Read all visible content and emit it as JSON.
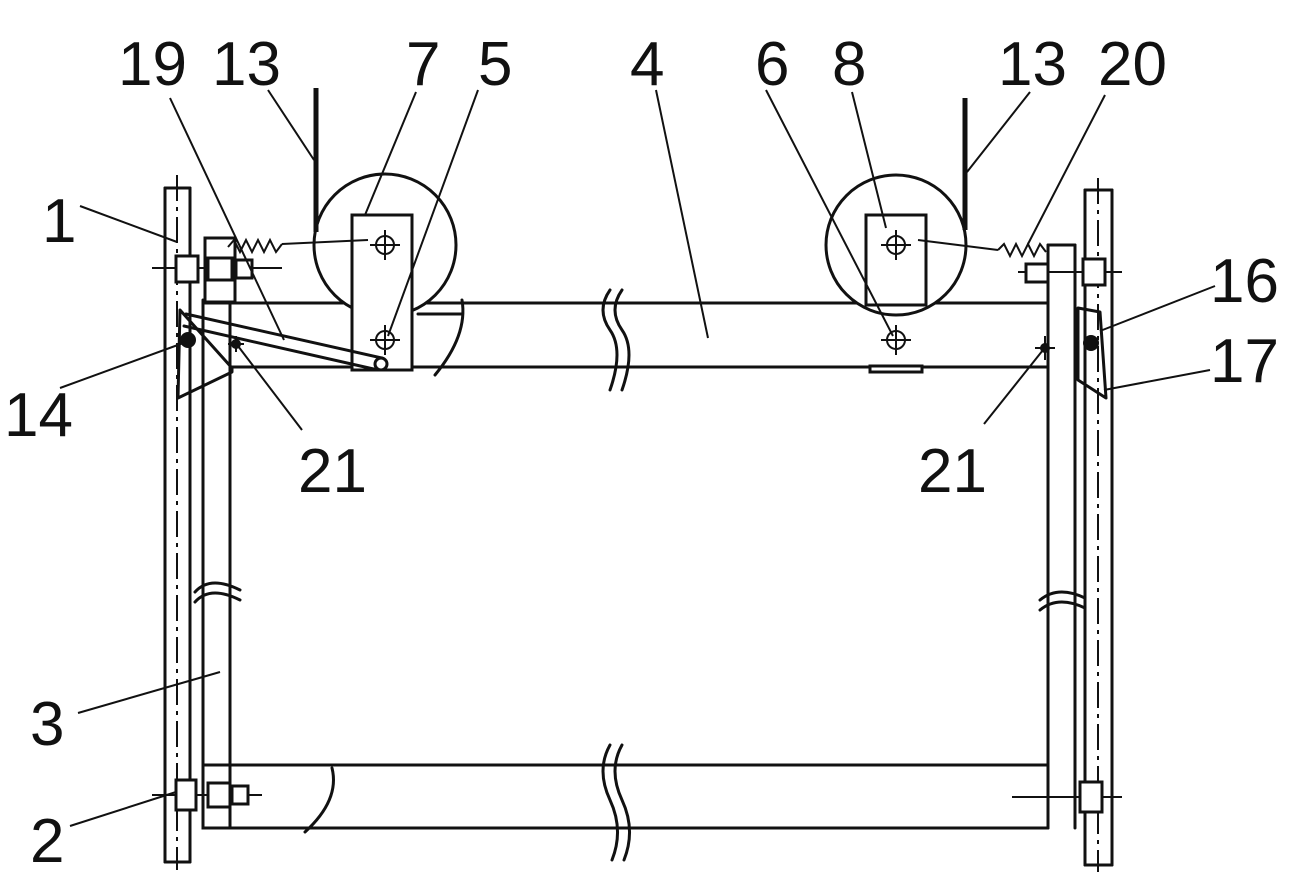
{
  "labels": {
    "l1": "1",
    "l2": "2",
    "l3": "3",
    "l4": "4",
    "l5": "5",
    "l6": "6",
    "l7": "7",
    "l8": "8",
    "l13a": "13",
    "l13b": "13",
    "l14": "14",
    "l16": "16",
    "l17": "17",
    "l19": "19",
    "l20": "20",
    "l21a": "21",
    "l21b": "21"
  }
}
